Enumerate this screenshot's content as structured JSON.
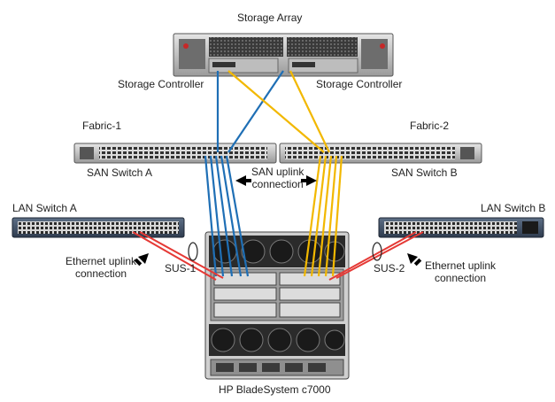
{
  "labels": {
    "storage_array": "Storage Array",
    "storage_controller_left": "Storage Controller",
    "storage_controller_right": "Storage Controller",
    "fabric_1": "Fabric-1",
    "fabric_2": "Fabric-2",
    "san_switch_a": "SAN Switch A",
    "san_switch_b": "SAN Switch B",
    "san_uplink_line1": "SAN uplink",
    "san_uplink_line2": "connection",
    "lan_switch_a": "LAN Switch A",
    "lan_switch_b": "LAN Switch B",
    "eth_uplink_left_line1": "Ethernet uplink",
    "eth_uplink_left_line2": "connection",
    "eth_uplink_right_line1": "Ethernet uplink",
    "eth_uplink_right_line2": "connection",
    "sus_1": "SUS-1",
    "sus_2": "SUS-2",
    "bladesystem": "HP BladeSystem c7000"
  },
  "colors": {
    "fabric_1_cable": "#1f6fb5",
    "fabric_2_cable": "#f2b800",
    "ethernet_cable": "#e53935",
    "device_body": "#c8c8c8",
    "device_dark": "#2b2b2b"
  }
}
